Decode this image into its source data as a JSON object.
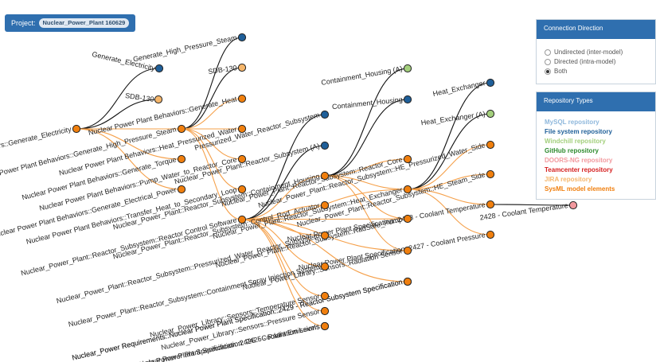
{
  "project": {
    "label": "Project:",
    "value": "Nuclear_Power_Plant 160629"
  },
  "connection_panel": {
    "title": "Connection Direction",
    "options": [
      {
        "label": "Undirected (inter-model)",
        "selected": false
      },
      {
        "label": "Directed (intra-model)",
        "selected": false
      },
      {
        "label": "Both",
        "selected": true
      }
    ]
  },
  "repository_panel": {
    "title": "Repository Types",
    "types": [
      {
        "label": "MySQL repository",
        "color": "#8fb8dc"
      },
      {
        "label": "File system repository",
        "color": "#1f5f99"
      },
      {
        "label": "Windchill repository",
        "color": "#a3cf7c"
      },
      {
        "label": "GitHub repository",
        "color": "#2e8b2e"
      },
      {
        "label": "DOORS-NG repository",
        "color": "#f2999e"
      },
      {
        "label": "Teamcenter repository",
        "color": "#d62020"
      },
      {
        "label": "JIRA repository",
        "color": "#f5b66b"
      },
      {
        "label": "SysML model elements",
        "color": "#f07f0e"
      }
    ]
  },
  "graph": {
    "nodes": [
      {
        "id": "root",
        "label": "Nuclear Power Plant Behaviors::Generate_Electricity",
        "color": "#f07f0e"
      },
      {
        "id": "gen_elec",
        "label": "Generate_Electricity",
        "color": "#1f5f99"
      },
      {
        "id": "sdb130",
        "label": "SDB-130",
        "color": "#f5b66b"
      },
      {
        "id": "gen_high",
        "label": "Nuclear Power Plant Behaviors::Generate_High_Pressure_Steam",
        "color": "#f07f0e"
      },
      {
        "id": "gen_torque",
        "label": "Nuclear Power Plant Behaviors::Generate_Torque",
        "color": "#f07f0e"
      },
      {
        "id": "gen_elec_pow",
        "label": "Nuclear Power Plant Behaviors::Generate_Electrical_Power",
        "color": "#f07f0e"
      },
      {
        "id": "ghps",
        "label": "Generate_High_Pressure_Steam",
        "color": "#1f5f99"
      },
      {
        "id": "sdb130b",
        "label": "SDB-130",
        "color": "#f5b66b"
      },
      {
        "id": "npb_gen_heat",
        "label": "Nuclear Power Plant Behaviors::Generate_Heat",
        "color": "#f07f0e"
      },
      {
        "id": "pws",
        "label": "Pressurized_Water_Reactor_Subsystem",
        "color": "#1f5f99"
      },
      {
        "id": "heat_pw",
        "label": "Nuclear Power Plant Behaviors::Heat_Pressurized_Water",
        "color": "#f07f0e"
      },
      {
        "id": "pump_water",
        "label": "Nuclear Power Plant Behaviors::Pump_Water_to_Reactor_Core",
        "color": "#f07f0e"
      },
      {
        "id": "transfer_heat",
        "label": "Nuclear Power Plant Behaviors::Transfer_Heat_to_Secondary_Loop",
        "color": "#f07f0e"
      },
      {
        "id": "rs_ctrl",
        "label": "Nuclear_Power_Plant::Reactor_Subsystem::Reactor Control Software",
        "color": "#f07f0e"
      },
      {
        "id": "rs_a",
        "label": "Nuclear_Power_Plant::Reactor_Subsystem (A)",
        "color": "#1f5f99"
      },
      {
        "id": "cont_housing_a",
        "label": "Containment_Housing (A)",
        "color": "#a3cf7c"
      },
      {
        "id": "cont_housing",
        "label": "Containment_Housing",
        "color": "#1f5f99"
      },
      {
        "id": "rs_core",
        "label": "Nuclear_Power_Plant::Reactor_Subsystem::Reactor_Core",
        "color": "#f07f0e"
      },
      {
        "id": "rs_cont",
        "label": "Nuclear_Power_Plant::Reactor_Subsystem::Containment_Housing",
        "color": "#f07f0e"
      },
      {
        "id": "heat_ex",
        "label": "Heat_Exchanger",
        "color": "#1f5f99"
      },
      {
        "id": "heat_ex_a",
        "label": "Heat_Exchanger (A)",
        "color": "#a3cf7c"
      },
      {
        "id": "rs_heat_ex",
        "label": "Nuclear_Power_Plant::Reactor_Subsystem::Heat_Exchanger",
        "color": "#f07f0e"
      },
      {
        "id": "he_pws",
        "label": "Nuclear_Power_Plant::Reactor_Subsystem::HE_Pressurized_Water_Side",
        "color": "#f07f0e"
      },
      {
        "id": "he_ss",
        "label": "Nuclear_Power_Plant::Reactor_Subsystem::HE_Steam_Side",
        "color": "#f07f0e"
      },
      {
        "id": "radsafe",
        "label": "Nuclear_Power_Plant::Reactor_Subsystem::RadSafe_Pump",
        "color": "#f07f0e"
      },
      {
        "id": "coolant_temp_spec",
        "label": "Nuclear Power Plant Specification::2428 - Coolant Temperature",
        "color": "#f07f0e"
      },
      {
        "id": "coolant_temp",
        "label": "2428 - Coolant Temperature",
        "color": "#f2999e"
      },
      {
        "id": "coolant_press",
        "label": "Nuclear Power Plant Specification::2427 - Coolant Pressure",
        "color": "#f07f0e"
      },
      {
        "id": "ctrl_rod",
        "label": "Nuclear_Power_Plant::Reactor_Subsystem::Control_Rod_Actuator",
        "color": "#f07f0e"
      },
      {
        "id": "pwr_rs",
        "label": "Nuclear_Power_Plant::Reactor_Subsystem::Pressurized_Water_Reactor_Subsystem",
        "color": "#f07f0e"
      },
      {
        "id": "rad_sensor",
        "label": "Nuclear_Power_Library::Sensors::Radiation Sensor",
        "color": "#f07f0e"
      },
      {
        "id": "cont_spray",
        "label": "Nuclear_Power_Plant::Reactor_Subsystem::Containment Spray Injection System",
        "color": "#f07f0e"
      },
      {
        "id": "req_2429",
        "label": "Nuclear_Power Requirements::Nuclear Power Plant Specification::2429 - Reactor Subsystem Specification",
        "color": "#f07f0e"
      },
      {
        "id": "temp_sensor",
        "label": "Nuclear_Power_Library::Sensors::Temperature Sensor",
        "color": "#f07f0e"
      },
      {
        "id": "spec_2425",
        "label": "Nuclear Power Plant Specification::2425 - Radiation Levels",
        "color": "#f07f0e"
      },
      {
        "id": "press_sensor",
        "label": "Nuclear_Power_Library::Sensors::Pressure Sensor",
        "color": "#f07f0e"
      },
      {
        "id": "req_2429b",
        "label": "Nuclear_Power Requirements::Nuclear Power Plant Specification::2429 - Reactor Subsystem Specification",
        "color": "#f07f0e"
      },
      {
        "id": "spec_2426",
        "label": "Nuclear Power Plant Specification::2426 - Coolant Emissions",
        "color": "#f07f0e"
      }
    ]
  }
}
